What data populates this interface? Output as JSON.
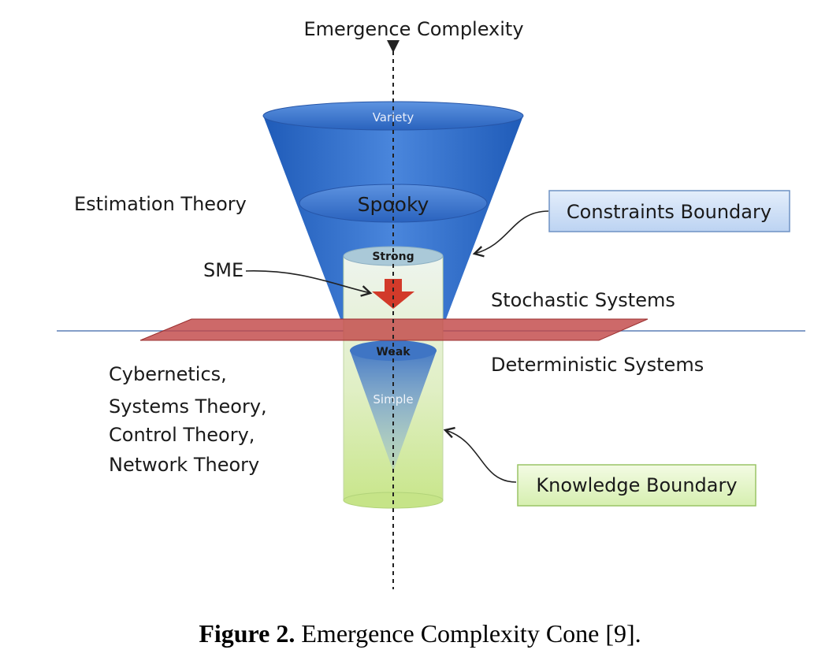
{
  "diagram": {
    "axis_label": "Emergence Complexity",
    "cone_levels": {
      "variety": "Variety",
      "spooky": "Spooky",
      "strong": "Strong",
      "weak": "Weak",
      "simple": "Simple"
    },
    "left_labels": {
      "estimation_theory": "Estimation Theory",
      "sme": "SME",
      "lower_fields": [
        "Cybernetics,",
        "Systems Theory,",
        "Control Theory,",
        "Network Theory"
      ]
    },
    "right_labels": {
      "constraints_boundary": "Constraints Boundary",
      "stochastic_systems": "Stochastic Systems",
      "deterministic_systems": "Deterministic Systems",
      "knowledge_boundary": "Knowledge Boundary"
    },
    "colors": {
      "cone_blue": "#2f6fc9",
      "cylinder_green": "#d8ecb0",
      "plane_red": "#c85050",
      "constraints_box": "#cfe0f7",
      "knowledge_box": "#e6f5c8"
    }
  },
  "caption": {
    "label": "Figure 2.",
    "text": " Emergence Complexity Cone [9]."
  }
}
